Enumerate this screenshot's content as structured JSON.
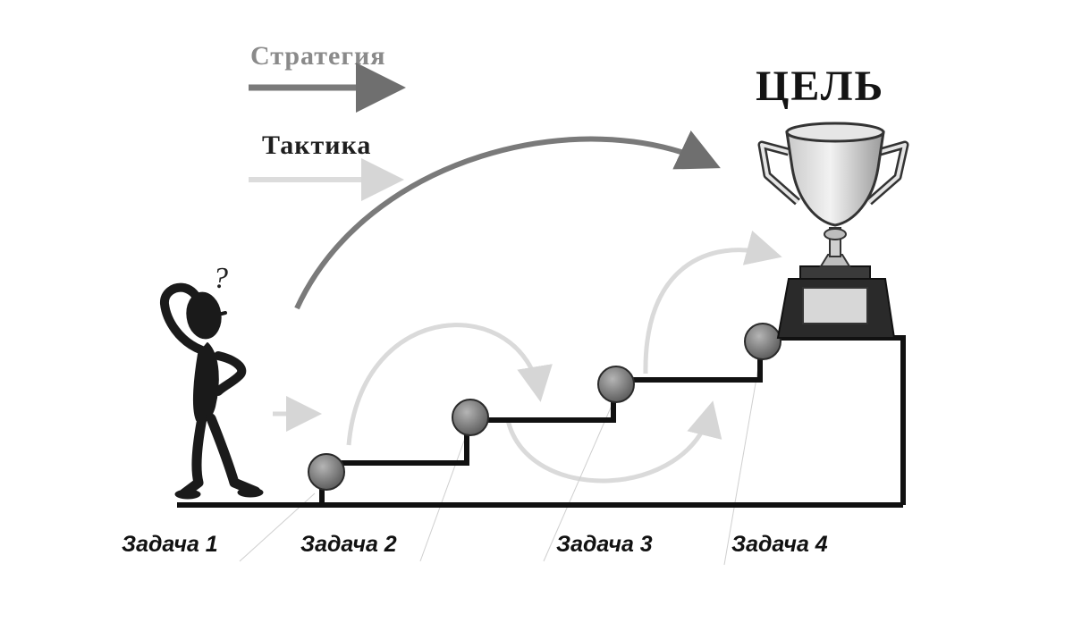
{
  "diagram": {
    "legend": {
      "strategy_label": "Стратегия",
      "tactic_label": "Тактика"
    },
    "goal": {
      "label": "ЦЕЛЬ",
      "icon": "trophy-icon"
    },
    "person": {
      "icon": "thinking-person-icon",
      "question_mark": "?"
    },
    "tasks": [
      {
        "label": "Задача 1"
      },
      {
        "label": "Задача 2"
      },
      {
        "label": "Задача 3"
      },
      {
        "label": "Задача 4"
      }
    ],
    "colors": {
      "strategy_arrow": "#7a7a7a",
      "tactic_arrow": "#d8d8d8",
      "stairs": "#111111",
      "task_ball": "#808080"
    }
  }
}
